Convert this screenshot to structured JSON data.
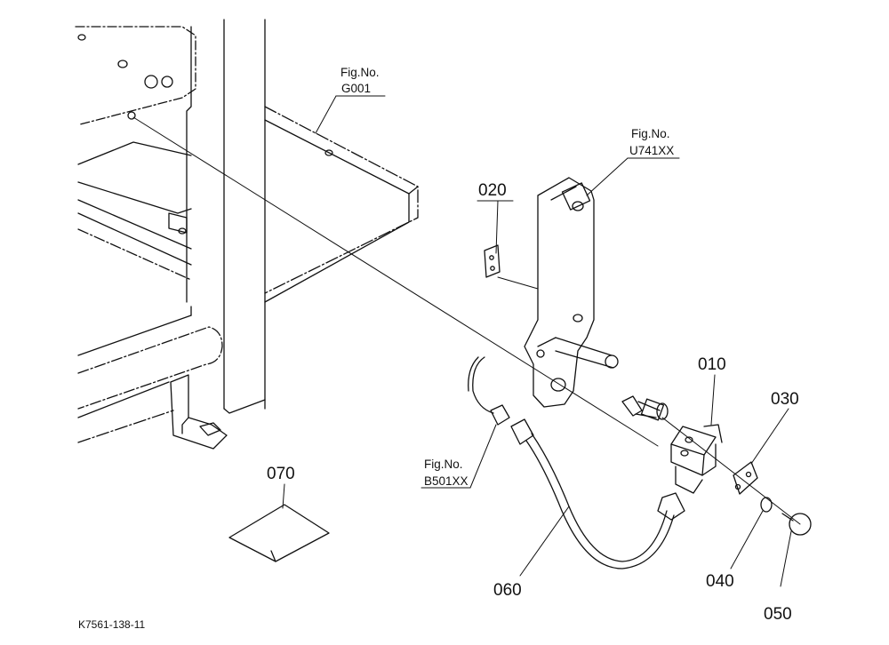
{
  "fig_refs": [
    {
      "label": "Fig.No.",
      "code": "G001"
    },
    {
      "label": "Fig.No.",
      "code": "U741XX"
    },
    {
      "label": "Fig.No.",
      "code": "B501XX"
    }
  ],
  "parts": [
    "010",
    "020",
    "030",
    "040",
    "050",
    "060",
    "070"
  ],
  "drawing_id": "K7561-138-11",
  "colors": {
    "line": "#111111",
    "background": "#ffffff"
  }
}
